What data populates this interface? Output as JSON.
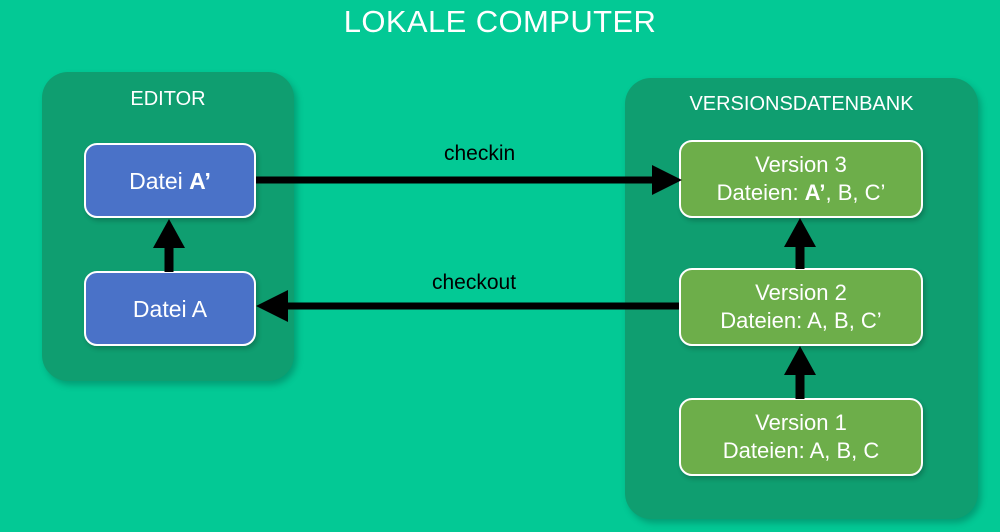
{
  "diagram": {
    "title": "LOKALE COMPUTER",
    "colors": {
      "background": "#03C995",
      "panel": "#0F9E70",
      "file_node": "#4A72C8",
      "version_node": "#6DAE4A",
      "text_light": "#FFFFFF",
      "arrow": "#000000"
    },
    "panels": [
      {
        "id": "editor",
        "title": "EDITOR",
        "nodes": [
          {
            "id": "datei-a-prime",
            "label": "Datei ",
            "emphasis": "A’",
            "type": "file"
          },
          {
            "id": "datei-a",
            "label": "Datei A",
            "emphasis": "",
            "type": "file"
          }
        ]
      },
      {
        "id": "versionsdatenbank",
        "title": "VERSIONSDATENBANK",
        "nodes": [
          {
            "id": "version-3",
            "line1": "Version 3",
            "line2_prefix": "Dateien: ",
            "line2_emphasis": "A’",
            "line2_suffix": ", B, C’",
            "type": "version"
          },
          {
            "id": "version-2",
            "line1": "Version 2",
            "line2_prefix": "Dateien: A, B, C’",
            "line2_emphasis": "",
            "line2_suffix": "",
            "type": "version"
          },
          {
            "id": "version-1",
            "line1": "Version 1",
            "line2_prefix": "Dateien: A, B, C",
            "line2_emphasis": "",
            "line2_suffix": "",
            "type": "version"
          }
        ]
      }
    ],
    "edges": [
      {
        "id": "checkin",
        "label": "checkin",
        "from": "datei-a-prime",
        "to": "version-3",
        "direction": "right"
      },
      {
        "id": "checkout",
        "label": "checkout",
        "from": "version-2",
        "to": "datei-a",
        "direction": "left"
      },
      {
        "id": "edit",
        "label": "",
        "from": "datei-a",
        "to": "datei-a-prime",
        "direction": "up"
      },
      {
        "id": "commit-v1-v2",
        "label": "",
        "from": "version-1",
        "to": "version-2",
        "direction": "up"
      },
      {
        "id": "commit-v2-v3",
        "label": "",
        "from": "version-2",
        "to": "version-3",
        "direction": "up"
      }
    ]
  }
}
